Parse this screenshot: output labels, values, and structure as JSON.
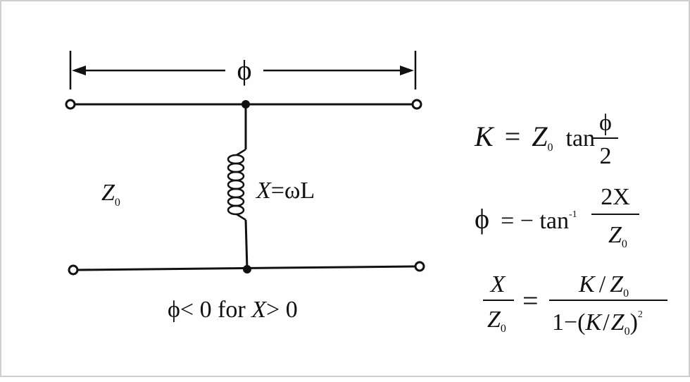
{
  "diagram": {
    "phase_label": "ϕ",
    "impedance_label": "Z",
    "impedance_subscript": "0",
    "reactance_label": "X",
    "reactance_eq": "=ωL",
    "condition": {
      "phi": "ϕ",
      "lt_zero_for": "< 0 for ",
      "x": "X",
      "gt_zero": "> 0"
    }
  },
  "equations": {
    "eq1": {
      "lhs": "K",
      "equals": "=",
      "z": "Z",
      "z_sub": "0",
      "func": "tan",
      "num": "ϕ",
      "den": "2"
    },
    "eq2": {
      "lhs": "ϕ",
      "equals": "= − tan",
      "sup": "-1",
      "num": "2X",
      "den_z": "Z",
      "den_sub": "0"
    },
    "eq3": {
      "lhs_num": "X",
      "lhs_den_z": "Z",
      "lhs_den_sub": "0",
      "equals": "=",
      "rhs_num_k": "K",
      "rhs_num_slash": "/",
      "rhs_num_z": "Z",
      "rhs_num_sub": "0",
      "rhs_den_one": "1−(",
      "rhs_den_k": "K",
      "rhs_den_slash": "/",
      "rhs_den_z": "Z",
      "rhs_den_sub": "0",
      "rhs_den_close": ")",
      "rhs_den_sup": "2"
    }
  }
}
